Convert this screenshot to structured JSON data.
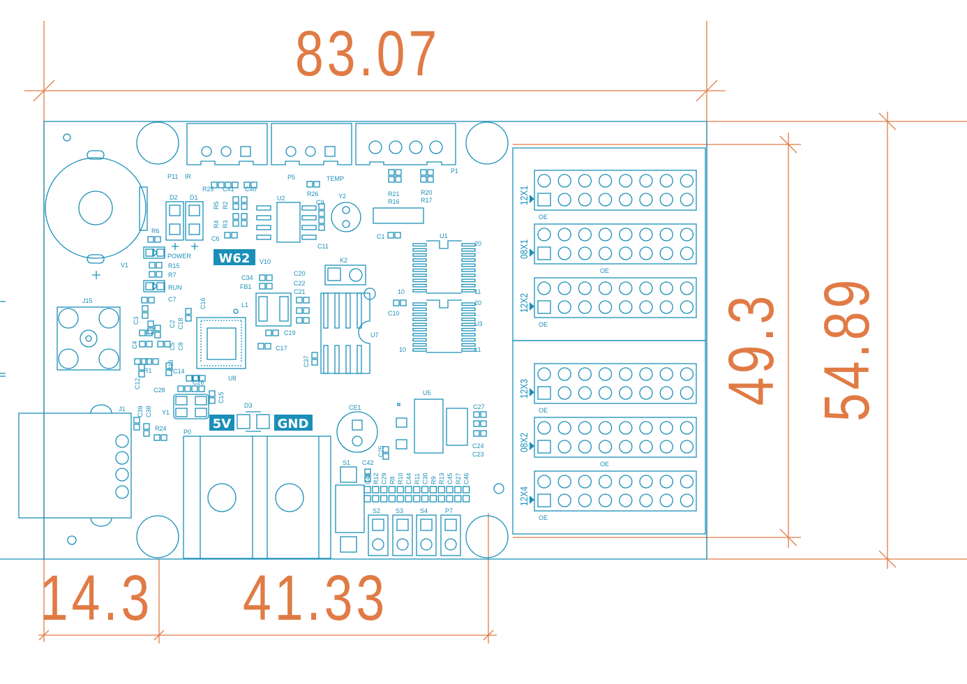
{
  "dimensions": {
    "width": "83.07",
    "height_inner": "49.3",
    "height_outer": "54.89",
    "offset_left": "14.3",
    "span_bottom": "41.33"
  },
  "colors": {
    "pcb": "#1a8fb8",
    "dimension": "#e07b45"
  },
  "badges": {
    "model": "W62",
    "power_pos": "5V",
    "power_neg": "GND"
  },
  "refs": {
    "P11": "P11",
    "IR": "IR",
    "P5": "P5",
    "TEMP": "TEMP",
    "P1": "P1",
    "R25": "R25",
    "C41": "C41",
    "C40": "C40",
    "R26": "R26",
    "R21": "R21",
    "R16": "R16",
    "R20": "R20",
    "R17": "R17",
    "D2": "D2",
    "D1": "D1",
    "R5": "R5",
    "R2": "R2",
    "R4": "R4",
    "R3": "R3",
    "C6": "C6",
    "U2": "U2",
    "C9": "C9",
    "C11": "C11",
    "Y2": "Y2",
    "C1": "C1",
    "U1": "U1",
    "R6": "R6",
    "POWER": "POWER",
    "R15": "R15",
    "R7": "R7",
    "RUN": "RUN",
    "C7": "C7",
    "V1": "V1",
    "V10": "V10",
    "C34": "C34",
    "FB1": "FB1",
    "C20": "C20",
    "C22": "C22",
    "C21": "C21",
    "K2": "K2",
    "L1": "L1",
    "C16": "C16",
    "J15": "J15",
    "C3": "C3",
    "C2": "C2",
    "C18": "C18",
    "C4": "C4",
    "C5": "C5",
    "C8": "C8",
    "R1": "R1",
    "C13": "C13",
    "C14": "C14",
    "C19": "C19",
    "C17": "C17",
    "U8": "U8",
    "C10": "C10",
    "U3": "U3",
    "U7": "U7",
    "C37": "C37",
    "C12": "C12",
    "C28": "C28",
    "C26": "C26",
    "C15": "C15",
    "J1": "J1",
    "Y1": "Y1",
    "C39": "C39",
    "C38": "C38",
    "R24": "R24",
    "D3": "D3",
    "P0": "P0",
    "CE1": "CE1",
    "U5": "U5",
    "C27": "C27",
    "C24": "C24",
    "C23": "C23",
    "C25": "C25",
    "S1": "S1",
    "C42": "C42",
    "S2": "S2",
    "S3": "S3",
    "S4": "S4",
    "P7": "P7",
    "pin20a": "20",
    "pin11a": "11",
    "pin10a": "10",
    "pin20b": "20",
    "pin11b": "11",
    "pin10b": "10"
  },
  "resistor_row": [
    "C43",
    "R12",
    "C29",
    "R8",
    "R10",
    "C44",
    "R11",
    "C30",
    "R9",
    "R13",
    "C45",
    "R27",
    "C46"
  ],
  "connectors": [
    {
      "label": "12X1",
      "oe": "OE"
    },
    {
      "label": "08X1",
      "oe": "OE"
    },
    {
      "label": "12X2",
      "oe": "OE"
    },
    {
      "label": "12X3",
      "oe": "OE"
    },
    {
      "label": "08X2",
      "oe": "OE"
    },
    {
      "label": "12X4",
      "oe": "OE"
    }
  ]
}
